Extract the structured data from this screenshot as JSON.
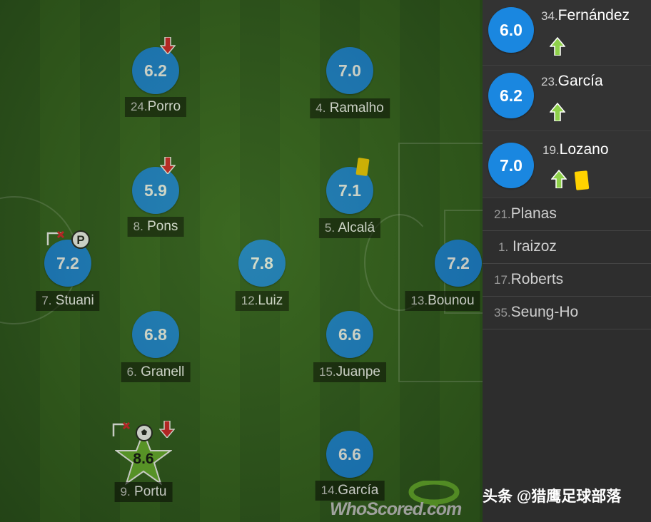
{
  "pitch_players": [
    {
      "id": "porro",
      "rating": "6.2",
      "num": "24.",
      "name": "Porro",
      "icons": [
        "sub-off-arrow"
      ]
    },
    {
      "id": "ramalho",
      "rating": "7.0",
      "num": "4.",
      "name": "Ramalho",
      "icons": []
    },
    {
      "id": "pons",
      "rating": "5.9",
      "num": "8.",
      "name": "Pons",
      "icons": [
        "sub-off-arrow"
      ]
    },
    {
      "id": "alcala",
      "rating": "7.1",
      "num": "5.",
      "name": "Alcalá",
      "icons": [
        "yellow-card"
      ]
    },
    {
      "id": "stuani",
      "rating": "7.2",
      "num": "7.",
      "name": "Stuani",
      "icons": [
        "missed-chance",
        "penalty"
      ]
    },
    {
      "id": "luiz",
      "rating": "7.8",
      "num": "12.",
      "name": "Luiz",
      "icons": []
    },
    {
      "id": "bounou",
      "rating": "7.2",
      "num": "13.",
      "name": "Bounou",
      "icons": []
    },
    {
      "id": "granell",
      "rating": "6.8",
      "num": "6.",
      "name": "Granell",
      "icons": []
    },
    {
      "id": "juanpe",
      "rating": "6.6",
      "num": "15.",
      "name": "Juanpe",
      "icons": []
    },
    {
      "id": "portu",
      "rating": "8.6",
      "num": "9.",
      "name": "Portu",
      "icons": [
        "missed-chance",
        "goal-ball",
        "sub-off-arrow"
      ],
      "man_of_match": true
    },
    {
      "id": "garcia14",
      "rating": "6.6",
      "num": "14.",
      "name": "García",
      "icons": []
    }
  ],
  "subs_used": [
    {
      "rating": "6.0",
      "num": "34.",
      "name": "Fernández",
      "icons": [
        "sub-on-arrow"
      ]
    },
    {
      "rating": "6.2",
      "num": "23.",
      "name": "García",
      "icons": [
        "sub-on-arrow"
      ]
    },
    {
      "rating": "7.0",
      "num": "19.",
      "name": "Lozano",
      "icons": [
        "sub-on-arrow",
        "yellow-card"
      ]
    }
  ],
  "subs_unused": [
    {
      "num": "21.",
      "name": "Planas"
    },
    {
      "num": "1.",
      "name": "Iraizoz"
    },
    {
      "num": "17.",
      "name": "Roberts"
    },
    {
      "num": "35.",
      "name": "Seung-Ho"
    }
  ],
  "logo": {
    "text": "WhoScored.com"
  },
  "watermark": "头条 @猎鹰足球部落",
  "colors": {
    "rating_bubble": "#1a87e0",
    "man_of_match_star": "#6ab42e",
    "yellow_card": "#ffd200",
    "sub_off": "#e0202a",
    "sub_on": "#8fd14a"
  }
}
